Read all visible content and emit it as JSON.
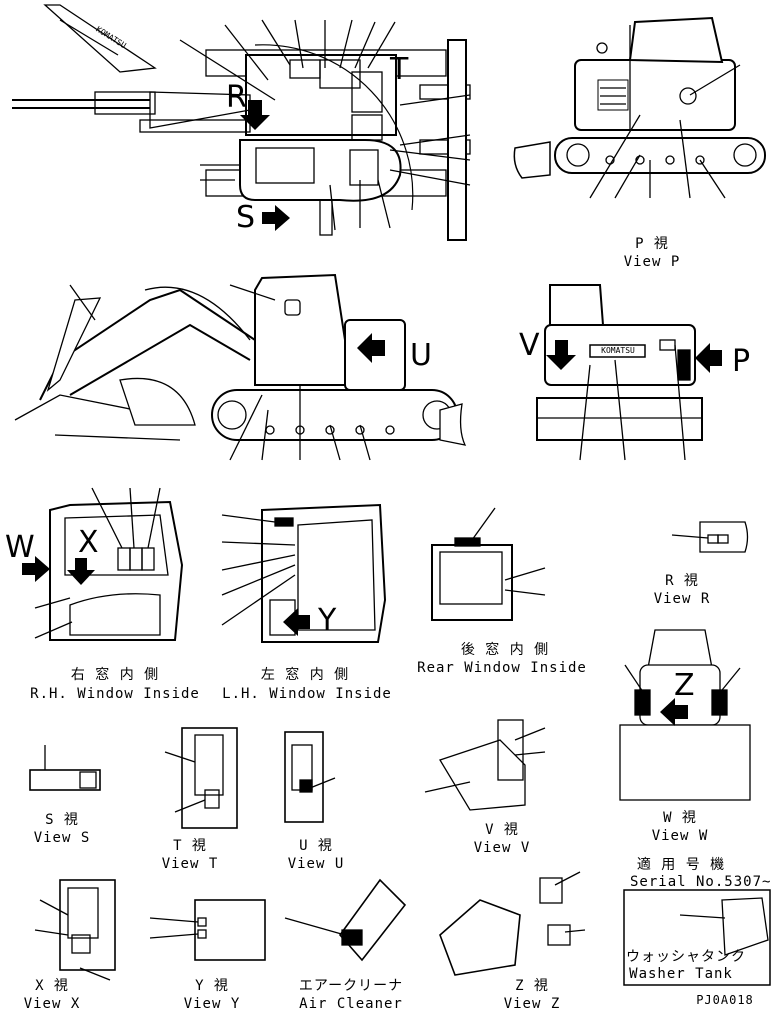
{
  "markers": {
    "S": "S",
    "T": "T",
    "R": "R",
    "U": "U",
    "V": "V",
    "P": "P",
    "W": "W",
    "X": "X",
    "Y": "Y",
    "Z": "Z"
  },
  "captions": {
    "view_p_jp": "P 視",
    "view_p": "View P",
    "view_r_jp": "R 視",
    "view_r": "View R",
    "rh_jp": "右 窓 内 側",
    "rh": "R.H. Window Inside",
    "lh_jp": "左 窓 内 側",
    "lh": "L.H. Window Inside",
    "rear_jp": "後 窓 内 側",
    "rear": "Rear Window Inside",
    "view_s_jp": "S 視",
    "view_s": "View S",
    "view_t_jp": "T 視",
    "view_t": "View T",
    "view_u_jp": "U 視",
    "view_u": "View U",
    "view_v_jp": "V 視",
    "view_v": "View V",
    "view_w_jp": "W 視",
    "view_w": "View W",
    "view_x_jp": "X 視",
    "view_x": "View X",
    "view_y_jp": "Y 視",
    "view_y": "View Y",
    "air_jp": "エアークリーナ",
    "air": "Air Cleaner",
    "view_z_jp": "Z 視",
    "view_z": "View Z",
    "serial_jp": "適 用 号 機",
    "serial": "Serial No.5307~",
    "washer_jp": "ウォッシャタンク",
    "washer": "Washer Tank",
    "drawing_code": "PJ0A018"
  },
  "decals": {
    "brand": "KOMATSU"
  }
}
